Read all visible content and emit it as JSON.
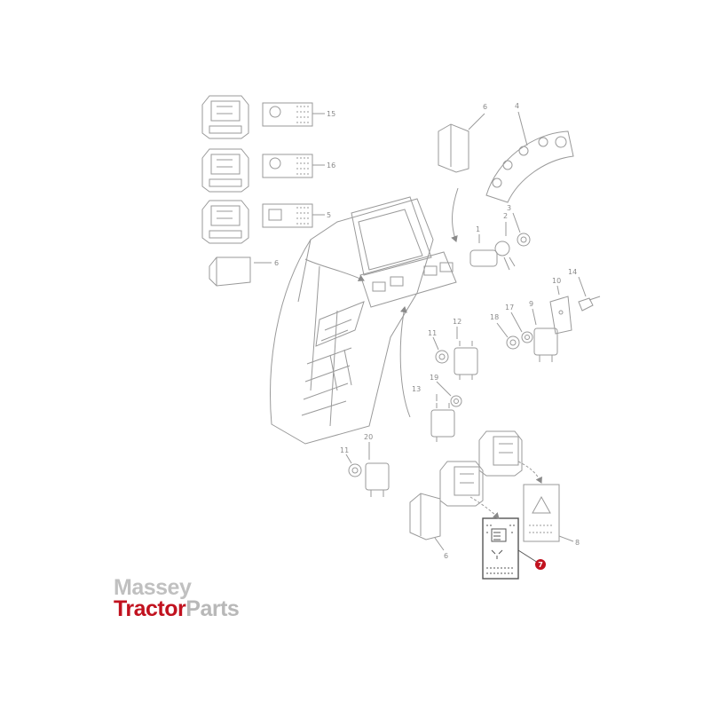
{
  "diagram": {
    "part_callouts": [
      {
        "id": "p15",
        "label": "15"
      },
      {
        "id": "p16",
        "label": "16"
      },
      {
        "id": "p5",
        "label": "5"
      },
      {
        "id": "p6a",
        "label": "6"
      },
      {
        "id": "p6b",
        "label": "6"
      },
      {
        "id": "p4",
        "label": "4"
      },
      {
        "id": "p2",
        "label": "2"
      },
      {
        "id": "p3",
        "label": "3"
      },
      {
        "id": "p1",
        "label": "1"
      },
      {
        "id": "p14",
        "label": "14"
      },
      {
        "id": "p10",
        "label": "10"
      },
      {
        "id": "p17",
        "label": "17"
      },
      {
        "id": "p9",
        "label": "9"
      },
      {
        "id": "p18",
        "label": "18"
      },
      {
        "id": "p12",
        "label": "12"
      },
      {
        "id": "p11a",
        "label": "11"
      },
      {
        "id": "p19",
        "label": "19"
      },
      {
        "id": "p13",
        "label": "13"
      },
      {
        "id": "p20",
        "label": "20"
      },
      {
        "id": "p11b",
        "label": "11"
      },
      {
        "id": "p6c",
        "label": "6"
      },
      {
        "id": "p8",
        "label": "8"
      }
    ],
    "highlighted_part": {
      "label": "7",
      "color": "#c1121f"
    }
  },
  "logo": {
    "line1": "Massey",
    "line2_red": "Tractor",
    "line2_grey": "Parts",
    "colors": {
      "red": "#c1121f",
      "grey": "#b8b8b8"
    }
  },
  "colors": {
    "line": "#9a9a9a",
    "label": "#8a8a8a",
    "highlight": "#c1121f"
  }
}
